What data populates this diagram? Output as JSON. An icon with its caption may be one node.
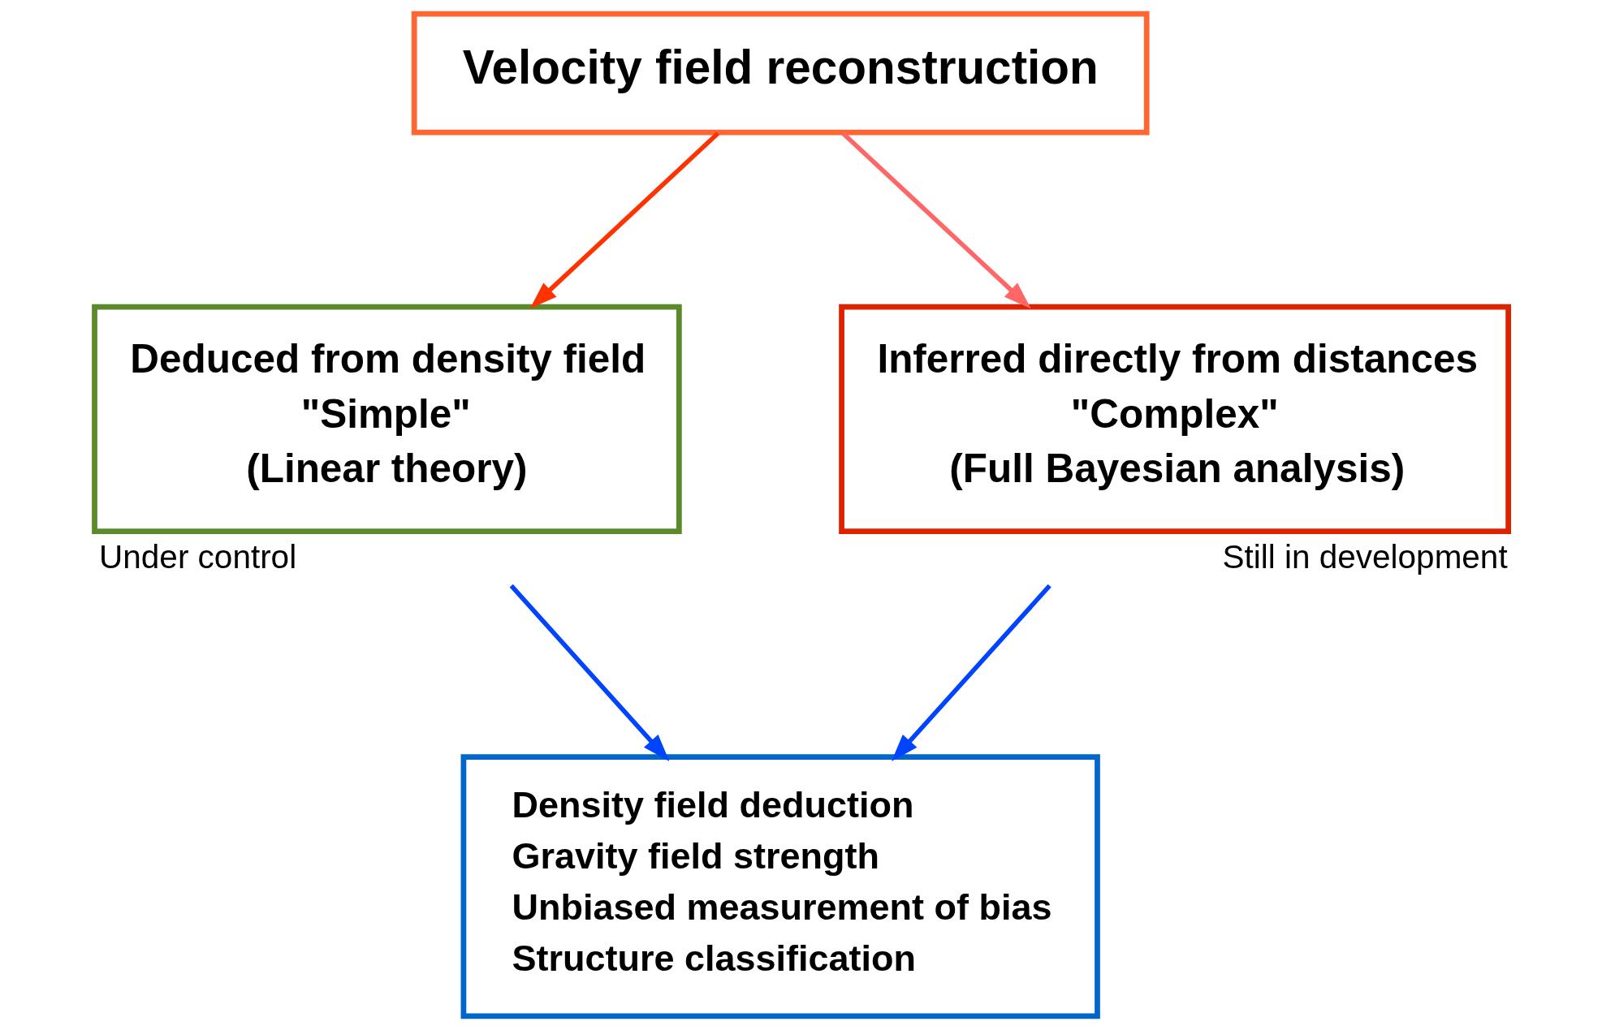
{
  "diagram": {
    "nodes": [
      {
        "text": [
          "Velocity field reconstruction"
        ]
      },
      {
        "text": [
          "Deduced from density field",
          "\"Simple\"",
          "(Linear theory)"
        ],
        "beside": [
          "Under control"
        ]
      },
      {
        "text": [
          "Inferred directly from distances",
          "\"Complex\"",
          "(Full Bayesian analysis)"
        ],
        "beside": [
          "Still in development"
        ]
      },
      {
        "text": [
          "Density field deduction",
          "Gravity field strength",
          "Unbiased measurement of bias",
          "Structure classification"
        ]
      }
    ],
    "edges": [
      {
        "from": 0,
        "to": 1,
        "arrow": "to",
        "color": "#ff3300"
      },
      {
        "from": 0,
        "to": 2,
        "arrow": "to",
        "color": "#ff6666"
      },
      {
        "from": 1,
        "to": 3,
        "arrow": "to",
        "color": "#0044ff"
      },
      {
        "from": 2,
        "to": 3,
        "arrow": "to",
        "color": "#0044ff"
      }
    ]
  }
}
